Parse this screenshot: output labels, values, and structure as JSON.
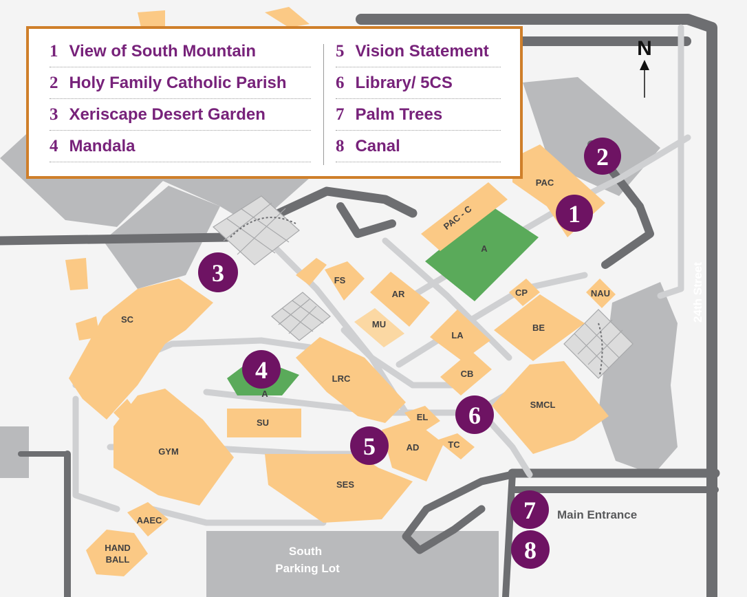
{
  "legend": {
    "items": [
      {
        "num": "1",
        "label": "View of South Mountain"
      },
      {
        "num": "2",
        "label": "Holy Family Catholic Parish"
      },
      {
        "num": "3",
        "label": "Xeriscape Desert Garden"
      },
      {
        "num": "4",
        "label": "Mandala"
      },
      {
        "num": "5",
        "label": "Vision Statement"
      },
      {
        "num": "6",
        "label": "Library/ 5CS"
      },
      {
        "num": "7",
        "label": "Palm Trees"
      },
      {
        "num": "8",
        "label": "Canal"
      }
    ]
  },
  "north": "N",
  "street": "24th Street",
  "main_entrance": "Main Entrance",
  "parking": {
    "line1": "South",
    "line2": "Parking Lot"
  },
  "buildings": {
    "pac": "PAC",
    "pac_c": "PAC - C",
    "a_field": "A",
    "fs": "FS",
    "ar": "AR",
    "cp": "CP",
    "nau": "NAU",
    "sc": "SC",
    "mu": "MU",
    "la": "LA",
    "be": "BE",
    "lrc": "LRC",
    "cb": "CB",
    "smcl": "SMCL",
    "a_mandala": "A",
    "su": "SU",
    "el": "EL",
    "ad": "AD",
    "tc": "TC",
    "gym": "GYM",
    "ses": "SES",
    "aaec": "AAEC",
    "hand": "HAND",
    "ball": "BALL"
  },
  "markers": [
    "1",
    "2",
    "3",
    "4",
    "5",
    "6",
    "7",
    "8"
  ],
  "colors": {
    "building": "#fbc985",
    "lot": "#b9babc",
    "road": "#6d6e71",
    "green": "#5aaa5a",
    "marker": "#6e1363",
    "legend_border": "#cf7f2a",
    "legend_text": "#77227a"
  }
}
